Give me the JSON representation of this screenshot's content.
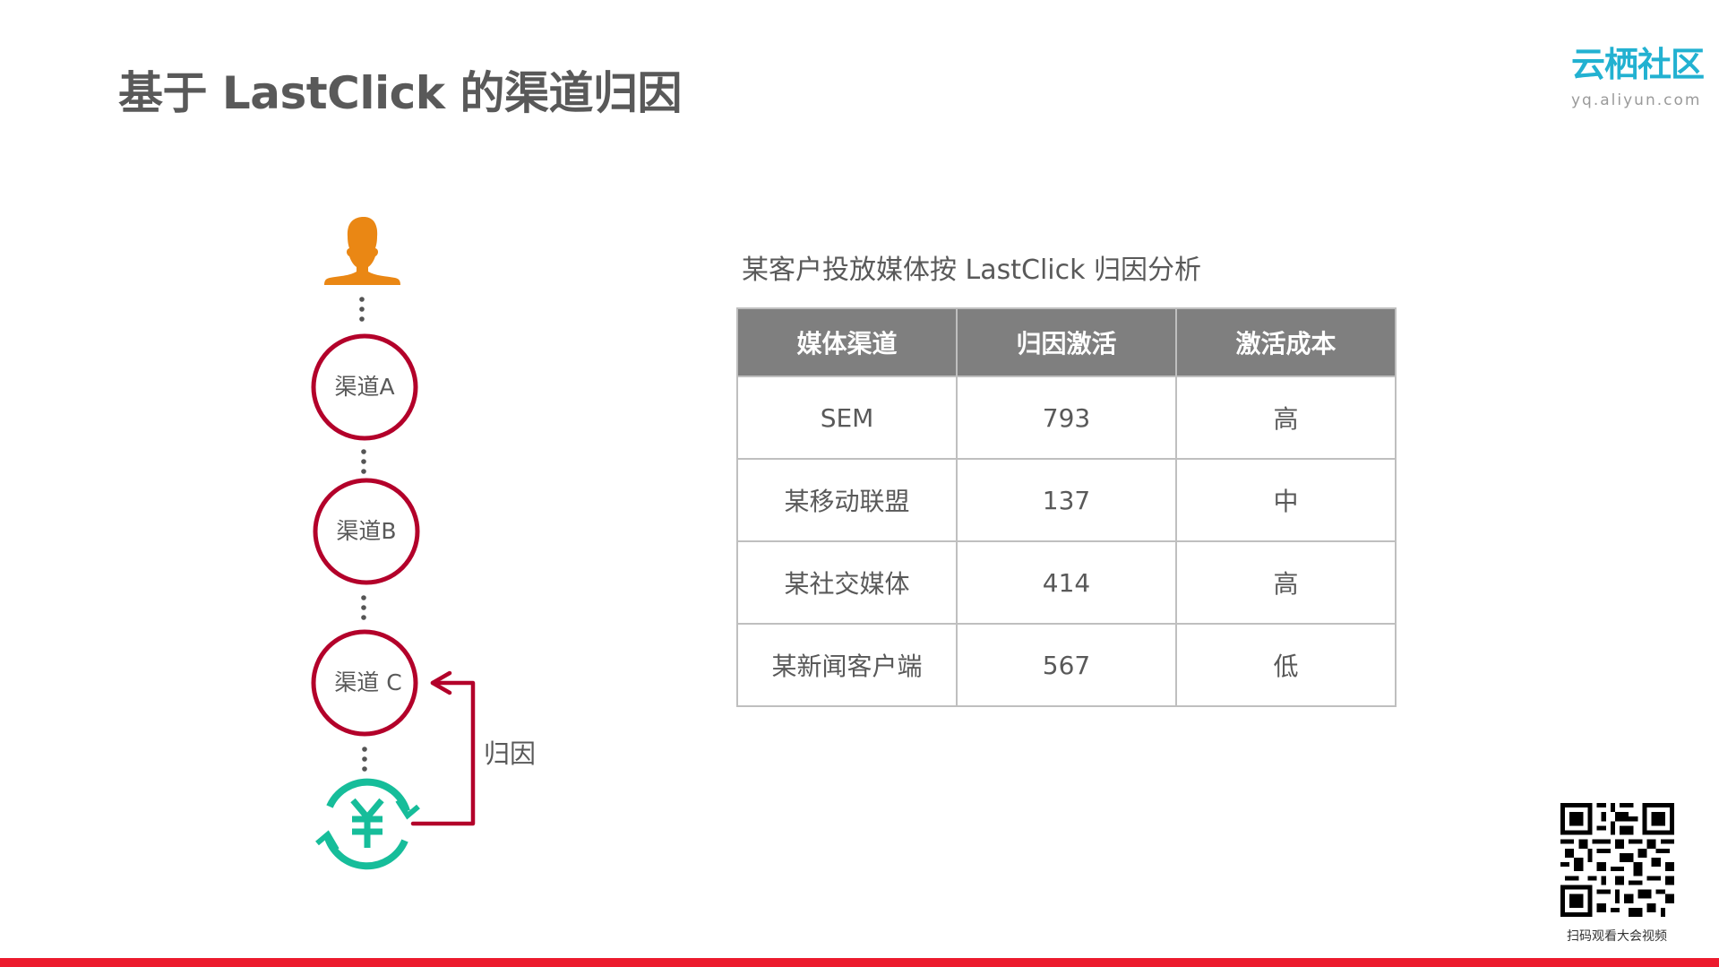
{
  "slide": {
    "title": "基于 LastClick 的渠道归因"
  },
  "logo": {
    "main": "云栖社区",
    "url": "yq.aliyun.com"
  },
  "diagram": {
    "user_icon": "person-icon",
    "channels": [
      {
        "label": "渠道A"
      },
      {
        "label": "渠道B"
      },
      {
        "label": "渠道 C"
      }
    ],
    "conversion_icon": "yen-cycle-icon",
    "attribution_label": "归因",
    "colors": {
      "user": "#EA8714",
      "channel_ring": "#B3002A",
      "connector_dots": "#555555",
      "arrow": "#B3002A",
      "conversion": "#16BD9A"
    }
  },
  "table": {
    "caption": "某客户投放媒体按 LastClick 归因分析",
    "headers": [
      "媒体渠道",
      "归因激活",
      "激活成本"
    ],
    "rows": [
      [
        "SEM",
        "793",
        "高"
      ],
      [
        "某移动联盟",
        "137",
        "中"
      ],
      [
        "某社交媒体",
        "414",
        "高"
      ],
      [
        "某新闻客户端",
        "567",
        "低"
      ]
    ],
    "colors": {
      "header_bg": "#7F7F7F",
      "header_text": "#FFFFFF",
      "border": "#BFBFBF"
    }
  },
  "qr": {
    "caption": "扫码观看大会视频"
  },
  "theme": {
    "accent_bar": "#EC1B2E",
    "logo": "#22B1D1",
    "text": "#595959"
  }
}
